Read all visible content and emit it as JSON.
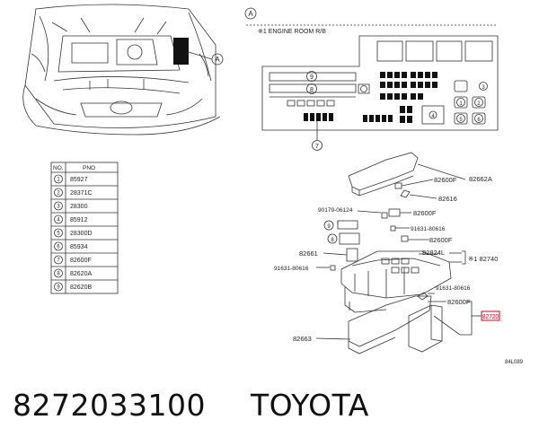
{
  "circle_a": "A",
  "engine_room": "※1 ENGINE ROOM R/B",
  "table": {
    "headers": [
      "NO.",
      "PNO"
    ],
    "rows": [
      {
        "no": "1",
        "pno": "85927"
      },
      {
        "no": "2",
        "pno": "28371C"
      },
      {
        "no": "3",
        "pno": "28300"
      },
      {
        "no": "4",
        "pno": "85912"
      },
      {
        "no": "5",
        "pno": "28300D"
      },
      {
        "no": "6",
        "pno": "85934"
      },
      {
        "no": "7",
        "pno": "82600F"
      },
      {
        "no": "8",
        "pno": "82620A"
      },
      {
        "no": "9",
        "pno": "82620B"
      }
    ]
  },
  "callouts": {
    "c9": "9",
    "c8": "8",
    "c7": "7",
    "c1": "1",
    "c2": "2",
    "c3": "3",
    "c4": "4",
    "c5": "5",
    "c6": "6",
    "ex9": "9",
    "ex8": "8"
  },
  "labels": {
    "p82600F_1": "82600F",
    "p82662A": "82662A",
    "p82616": "82616",
    "p90179": "90179-06124",
    "p82600F_2": "82600F",
    "p91631_1": "91631-80616",
    "p82600F_3": "82600F",
    "p82661": "82661",
    "p82824L": "82824L",
    "p82740": "※1 82740",
    "p91631_2": "91631-80616",
    "p91631_3": "91631-80616",
    "p82600F_4": "82600F",
    "p82720": "82720",
    "p82663": "82663",
    "code": "84L089"
  },
  "footer": {
    "part_number": "8272033100",
    "brand": "TOYOTA"
  },
  "colors": {
    "line": "#333333",
    "highlight": "#d0021b"
  }
}
